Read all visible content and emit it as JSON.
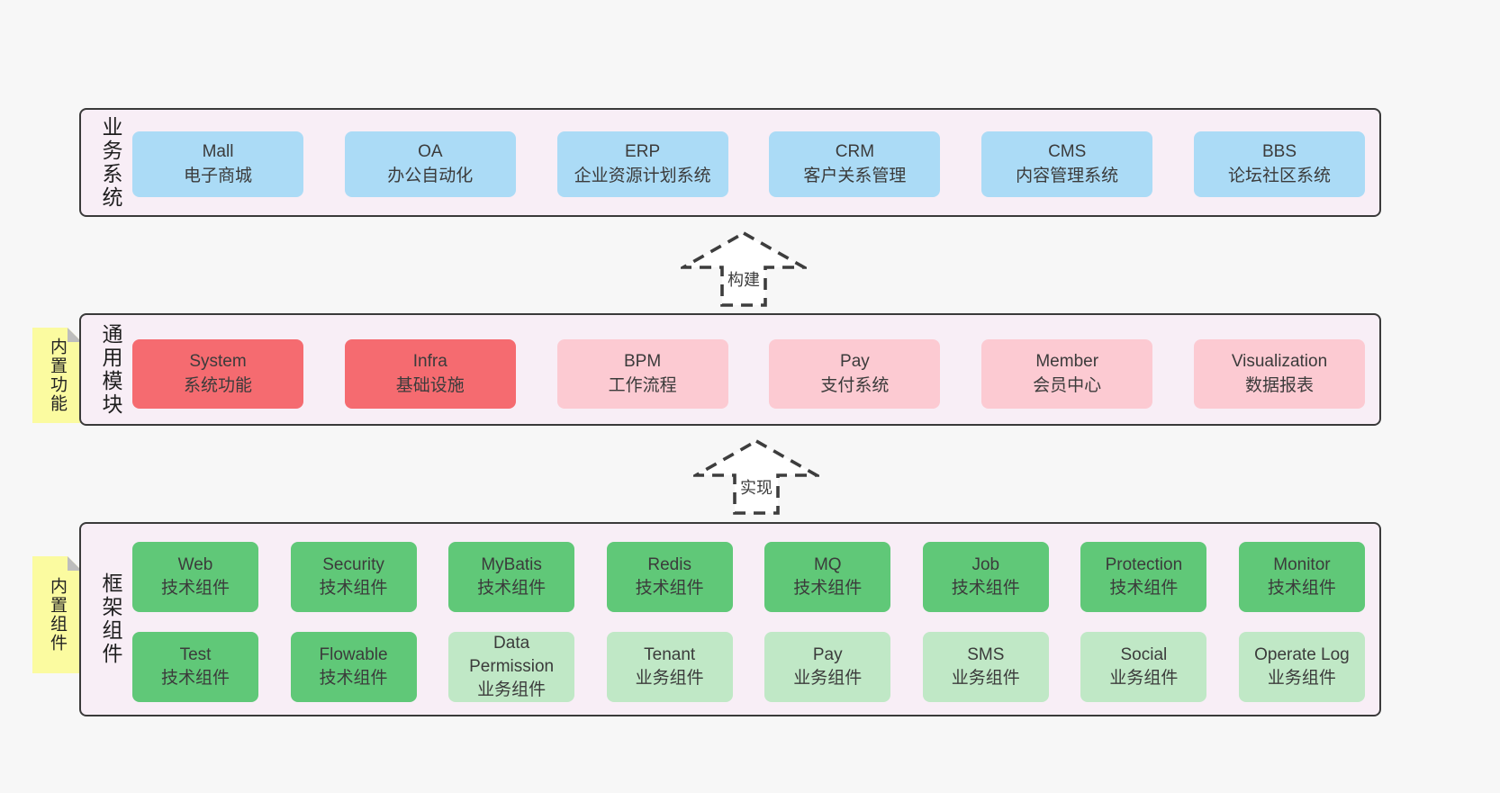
{
  "colors": {
    "page_bg": "#f7f7f7",
    "container_bg": "#f8eef6",
    "container_border": "#3a3a3a",
    "blue": "#abdbf6",
    "red": "#f56b70",
    "pink": "#fccad2",
    "green": "#60c878",
    "light_green": "#c0e8c6",
    "sticky_yellow": "#fbfba0",
    "sticky_fold": "#bdbdbd",
    "text": "#3d3d3d"
  },
  "business": {
    "label": "业务系统",
    "boxes": [
      {
        "title": "Mall",
        "subtitle": "电子商城"
      },
      {
        "title": "OA",
        "subtitle": "办公自动化"
      },
      {
        "title": "ERP",
        "subtitle": "企业资源计划系统"
      },
      {
        "title": "CRM",
        "subtitle": "客户关系管理"
      },
      {
        "title": "CMS",
        "subtitle": "内容管理系统"
      },
      {
        "title": "BBS",
        "subtitle": "论坛社区系统"
      }
    ]
  },
  "arrow_build": {
    "label": "构建"
  },
  "modules": {
    "label": "通用模块",
    "sticky": "内置功能",
    "boxes": [
      {
        "title": "System",
        "subtitle": "系统功能",
        "variant": "red"
      },
      {
        "title": "Infra",
        "subtitle": "基础设施",
        "variant": "red"
      },
      {
        "title": "BPM",
        "subtitle": "工作流程",
        "variant": "pink"
      },
      {
        "title": "Pay",
        "subtitle": "支付系统",
        "variant": "pink"
      },
      {
        "title": "Member",
        "subtitle": "会员中心",
        "variant": "pink"
      },
      {
        "title": "Visualization",
        "subtitle": "数据报表",
        "variant": "pink"
      }
    ]
  },
  "arrow_implement": {
    "label": "实现"
  },
  "components": {
    "label": "框架组件",
    "sticky": "内置组件",
    "row1": [
      {
        "title": "Web",
        "subtitle": "技术组件",
        "variant": "green"
      },
      {
        "title": "Security",
        "subtitle": "技术组件",
        "variant": "green"
      },
      {
        "title": "MyBatis",
        "subtitle": "技术组件",
        "variant": "green"
      },
      {
        "title": "Redis",
        "subtitle": "技术组件",
        "variant": "green"
      },
      {
        "title": "MQ",
        "subtitle": "技术组件",
        "variant": "green"
      },
      {
        "title": "Job",
        "subtitle": "技术组件",
        "variant": "green"
      },
      {
        "title": "Protection",
        "subtitle": "技术组件",
        "variant": "green"
      },
      {
        "title": "Monitor",
        "subtitle": "技术组件",
        "variant": "green"
      }
    ],
    "row2": [
      {
        "title": "Test",
        "subtitle": "技术组件",
        "variant": "green"
      },
      {
        "title": "Flowable",
        "subtitle": "技术组件",
        "variant": "green"
      },
      {
        "title": "Data Permission",
        "subtitle": "业务组件",
        "variant": "lightgreen"
      },
      {
        "title": "Tenant",
        "subtitle": "业务组件",
        "variant": "lightgreen"
      },
      {
        "title": "Pay",
        "subtitle": "业务组件",
        "variant": "lightgreen"
      },
      {
        "title": "SMS",
        "subtitle": "业务组件",
        "variant": "lightgreen"
      },
      {
        "title": "Social",
        "subtitle": "业务组件",
        "variant": "lightgreen"
      },
      {
        "title": "Operate Log",
        "subtitle": "业务组件",
        "variant": "lightgreen"
      }
    ]
  }
}
